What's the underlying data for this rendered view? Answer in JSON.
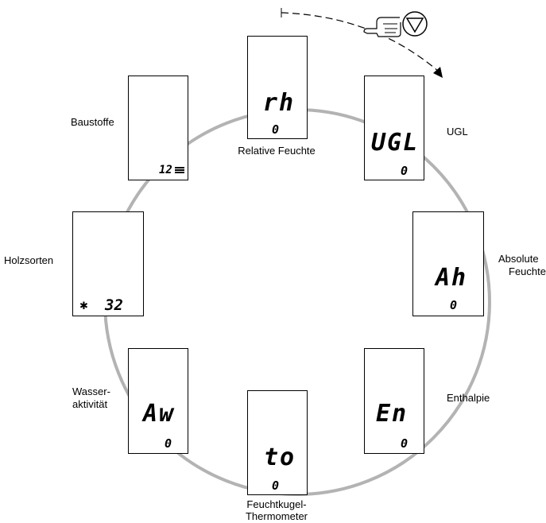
{
  "displays": {
    "rh": {
      "code": "rh",
      "value": "0",
      "label": "Relative Feuchte"
    },
    "ugl": {
      "code": "UGL",
      "value": "0",
      "label": "UGL"
    },
    "ah": {
      "code": "Ah",
      "value": "0",
      "label_l1": "Absolute",
      "label_l2": "Feuchte"
    },
    "en": {
      "code": "En",
      "value": "0",
      "label": "Enthalpie"
    },
    "to": {
      "code": "to",
      "value": "0",
      "label_l1": "Feuchtkugel-",
      "label_l2": "Thermometer"
    },
    "aw": {
      "code": "Aw",
      "value": "0",
      "label_l1": "Wasser-",
      "label_l2": "aktivität"
    },
    "holz": {
      "value": "32",
      "label": "Holzsorten",
      "icon": "tree-icon"
    },
    "bau": {
      "value": "12",
      "label": "Baustoffe",
      "icon": "brick-icon"
    }
  },
  "colors": {
    "ring": "#b3b3b3",
    "stroke": "#000000"
  }
}
